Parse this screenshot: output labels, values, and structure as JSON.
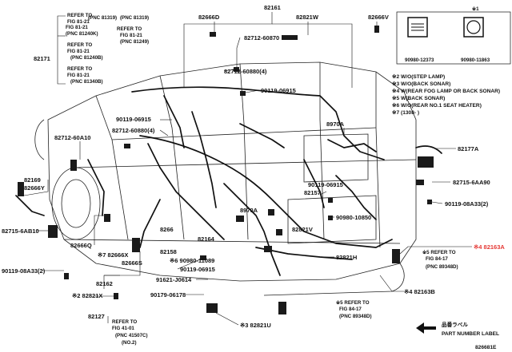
{
  "diagram": {
    "ref_boxes": [
      {
        "refer": "REFER TO",
        "fig": "FIG 81-21",
        "pnc": "(PNC 81319)"
      },
      {
        "refer": "REFER TO",
        "fig": "FIG 81-21",
        "pnc": "(PNC 81240K)"
      },
      {
        "refer": "REFER TO",
        "fig": "FIG 81-21",
        "pnc": "(PNC 81249)"
      },
      {
        "refer": "REFER TO",
        "fig": "FIG 81-21",
        "pnc": "(PNC 81240B)"
      },
      {
        "refer": "REFER TO",
        "fig": "FIG 81-21",
        "pnc": "(PNC 81340B)"
      },
      {
        "refer": "※5 REFER TO",
        "fig": "FIG 84-17",
        "pnc": "(PNC 89348D)"
      },
      {
        "refer": "※5 REFER TO",
        "fig": "FIG 84-17",
        "pnc": "(PNC 89348D)"
      },
      {
        "refer": "REFER TO",
        "fig": "FIG 41-01",
        "pnc": "(PNC 41507C)",
        "extra": "(NO.2)"
      }
    ],
    "part_labels": [
      "82666D",
      "82161",
      "82821W",
      "82666V",
      "82171",
      "82712-60870",
      "82712-60880(4)",
      "90119-06915",
      "90119-06915",
      "82712-60880(4)",
      "82712-60A10",
      "8970A",
      "82177A",
      "82169",
      "82666Y",
      "82715-6AA90",
      "90119-06915",
      "82157",
      "90119-08A33(2)",
      "90980-10850",
      "8970A",
      "82821V",
      "82715-6AB10",
      "82164",
      "※4 82163A",
      "8266",
      "82666Q",
      "82158",
      "82821H",
      "※7 82666X",
      "※6 90980-11089",
      "90119-08A33(2)",
      "90119-06915",
      "82666S",
      "91621-J0614",
      "82162",
      "※2 82821X",
      "90179-06178",
      "※4 82163B",
      "82127",
      "※3 82821U"
    ],
    "inset_parts": [
      "90980-12373",
      "90980-11863"
    ],
    "inset_mark": "※1",
    "notes": [
      "※2 W/O(STEP LAMP)",
      "※3 W/O(BACK SONAR)",
      "※4 W(REAR FOG LAMP OR BACK SONAR)",
      "※5 W(BACK SONAR)",
      "※6 W/O(REAR NO.1 SEAT HEATER)",
      "※7 (1308-              )"
    ],
    "legend": {
      "jp": "品番ラベル",
      "en": "PART NUMBER LABEL"
    },
    "diagram_id": "826681E",
    "colors": {
      "ink": "#111111",
      "highlight": "#e53935",
      "background": "#ffffff"
    }
  }
}
